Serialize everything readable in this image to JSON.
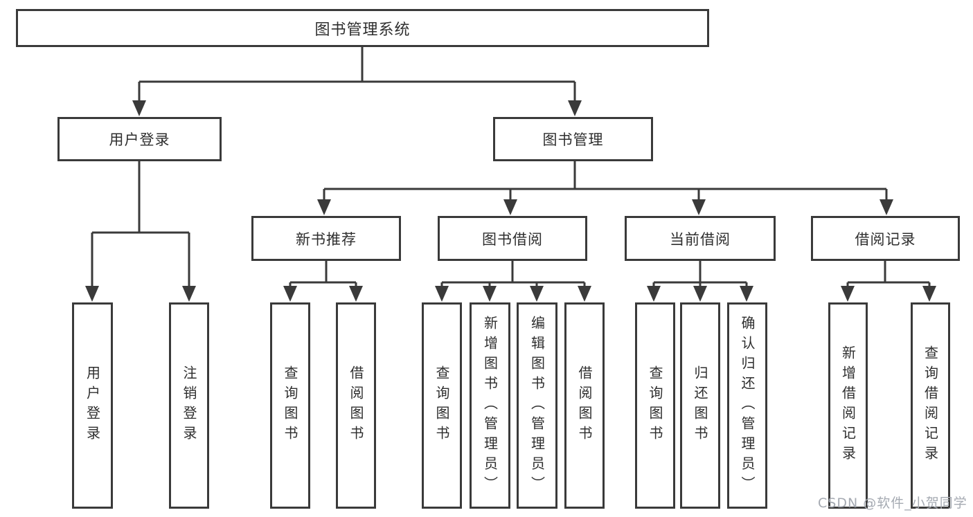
{
  "diagram": {
    "title": "图书管理系统",
    "colors": {
      "stroke": "#3a3a3a",
      "text": "#2e2e2e",
      "background": "#ffffff",
      "watermark": "#a5aab2"
    },
    "root": {
      "label": "图书管理系统"
    },
    "level2": [
      {
        "label": "用户登录"
      },
      {
        "label": "图书管理"
      }
    ],
    "level3": [
      {
        "label": "新书推荐"
      },
      {
        "label": "图书借阅"
      },
      {
        "label": "当前借阅"
      },
      {
        "label": "借阅记录"
      }
    ],
    "leaves": [
      {
        "label": "用户登录",
        "parent": "用户登录"
      },
      {
        "label": "注销登录",
        "parent": "用户登录"
      },
      {
        "label": "查询图书",
        "parent": "新书推荐"
      },
      {
        "label": "借阅图书",
        "parent": "新书推荐"
      },
      {
        "label": "查询图书",
        "parent": "图书借阅"
      },
      {
        "label": "新增图书（管理员）",
        "parent": "图书借阅"
      },
      {
        "label": "编辑图书（管理员）",
        "parent": "图书借阅"
      },
      {
        "label": "借阅图书",
        "parent": "图书借阅"
      },
      {
        "label": "查询图书",
        "parent": "当前借阅"
      },
      {
        "label": "归还图书",
        "parent": "当前借阅"
      },
      {
        "label": "确认归还（管理员）",
        "parent": "当前借阅"
      },
      {
        "label": "新增借阅记录",
        "parent": "借阅记录"
      },
      {
        "label": "查询借阅记录",
        "parent": "借阅记录"
      }
    ]
  },
  "watermark": {
    "text": "CSDN @软件_小贺同学"
  }
}
